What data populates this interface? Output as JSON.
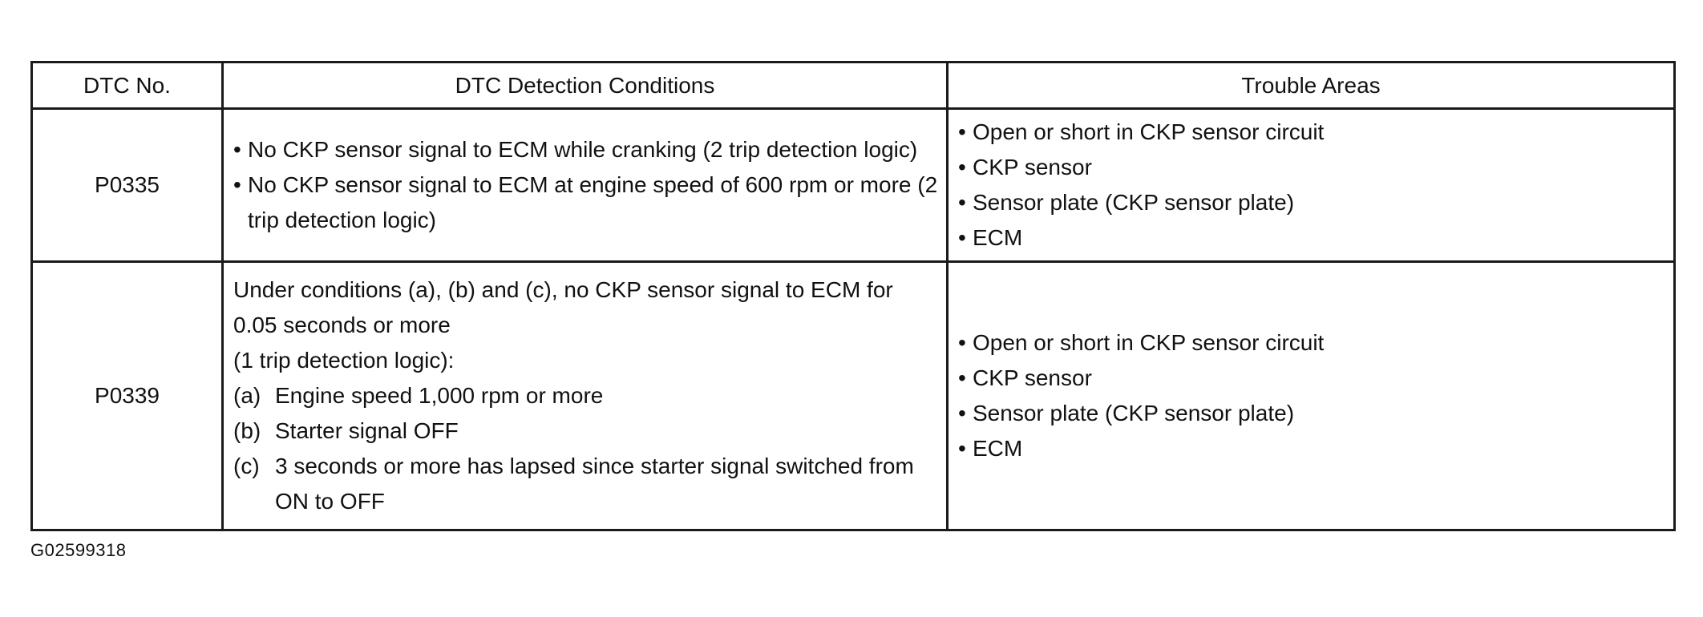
{
  "table": {
    "headers": [
      "DTC No.",
      "DTC Detection Conditions",
      "Trouble Areas"
    ],
    "rows": [
      {
        "dtc_no": "P0335",
        "conditions": [
          "No CKP sensor signal to ECM while cranking (2 trip detection logic)",
          "No CKP sensor signal to ECM at engine speed of 600 rpm or more (2 trip detection logic)"
        ],
        "trouble_areas": [
          "Open or short in CKP sensor circuit",
          "CKP sensor",
          "Sensor plate (CKP sensor plate)",
          "ECM"
        ]
      },
      {
        "dtc_no": "P0339",
        "intro": [
          "Under conditions (a), (b) and (c), no CKP sensor signal to ECM for 0.05 seconds or more",
          "(1 trip detection logic):"
        ],
        "conditions": [
          {
            "letter": "(a)",
            "text": "Engine speed 1,000 rpm or more"
          },
          {
            "letter": "(b)",
            "text": "Starter signal OFF"
          },
          {
            "letter": "(c)",
            "text": "3 seconds or more has lapsed since starter signal switched from ON to OFF"
          }
        ],
        "trouble_areas": [
          "Open or short in CKP sensor circuit",
          "CKP sensor",
          "Sensor plate (CKP sensor plate)",
          "ECM"
        ]
      }
    ]
  },
  "figure_id": "G02599318"
}
